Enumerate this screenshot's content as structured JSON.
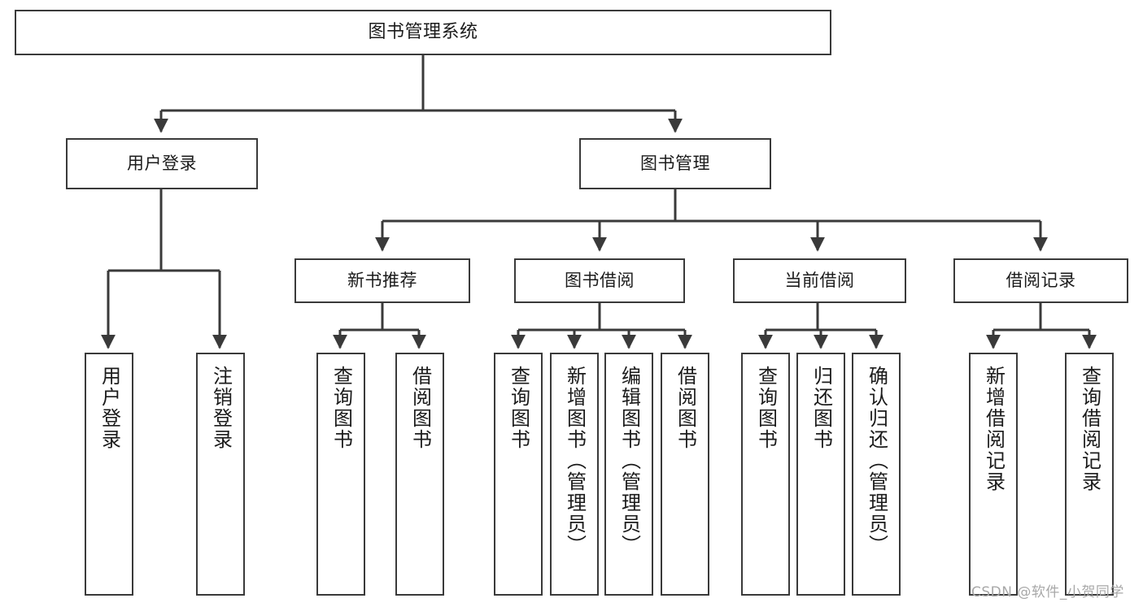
{
  "diagram": {
    "type": "tree-hierarchy-functional-decomposition",
    "root": {
      "label": "图书管理系统"
    },
    "level2": [
      {
        "label": "用户登录"
      },
      {
        "label": "图书管理"
      }
    ],
    "level3": [
      {
        "label": "新书推荐"
      },
      {
        "label": "图书借阅"
      },
      {
        "label": "当前借阅"
      },
      {
        "label": "借阅记录"
      }
    ],
    "leaves": {
      "user_login": [
        {
          "label": "用户登录"
        },
        {
          "label": "注销登录"
        }
      ],
      "new_book_recommend": [
        {
          "label": "查询图书"
        },
        {
          "label": "借阅图书"
        }
      ],
      "book_borrow": [
        {
          "label": "查询图书"
        },
        {
          "label": "新增图书（管理员）"
        },
        {
          "label": "编辑图书（管理员）"
        },
        {
          "label": "借阅图书"
        }
      ],
      "current_borrow": [
        {
          "label": "查询图书"
        },
        {
          "label": "归还图书"
        },
        {
          "label": "确认归还（管理员）"
        }
      ],
      "borrow_record": [
        {
          "label": "新增借阅记录"
        },
        {
          "label": "查询借阅记录"
        }
      ]
    }
  },
  "watermark": {
    "text": "CSDN @软件_小贺同学"
  },
  "colors": {
    "border": "#3a3a3a",
    "text": "#1b1b1b",
    "background": "#ffffff",
    "watermark": "#a8a8a8"
  }
}
